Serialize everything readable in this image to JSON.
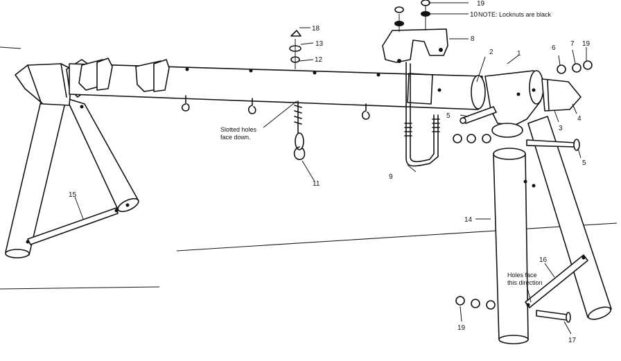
{
  "diagram": {
    "part_labels": {
      "p1": "1",
      "p2": "2",
      "p3": "3",
      "p4": "4",
      "p5a": "5",
      "p5b": "5",
      "p6": "6",
      "p7": "7",
      "p8": "8",
      "p9": "9",
      "p10": "10",
      "p11": "11",
      "p12": "12",
      "p13": "13",
      "p14": "14",
      "p15": "15",
      "p16": "16",
      "p17": "17",
      "p18": "18",
      "p19a": "19",
      "p19b": "19",
      "p19c": "19"
    },
    "notes": {
      "locknuts": "NOTE: Locknuts are black",
      "slotted_line1": "Slotted holes",
      "slotted_line2": "face down.",
      "holes_line1": "Holes face",
      "holes_line2": "this direction"
    }
  }
}
